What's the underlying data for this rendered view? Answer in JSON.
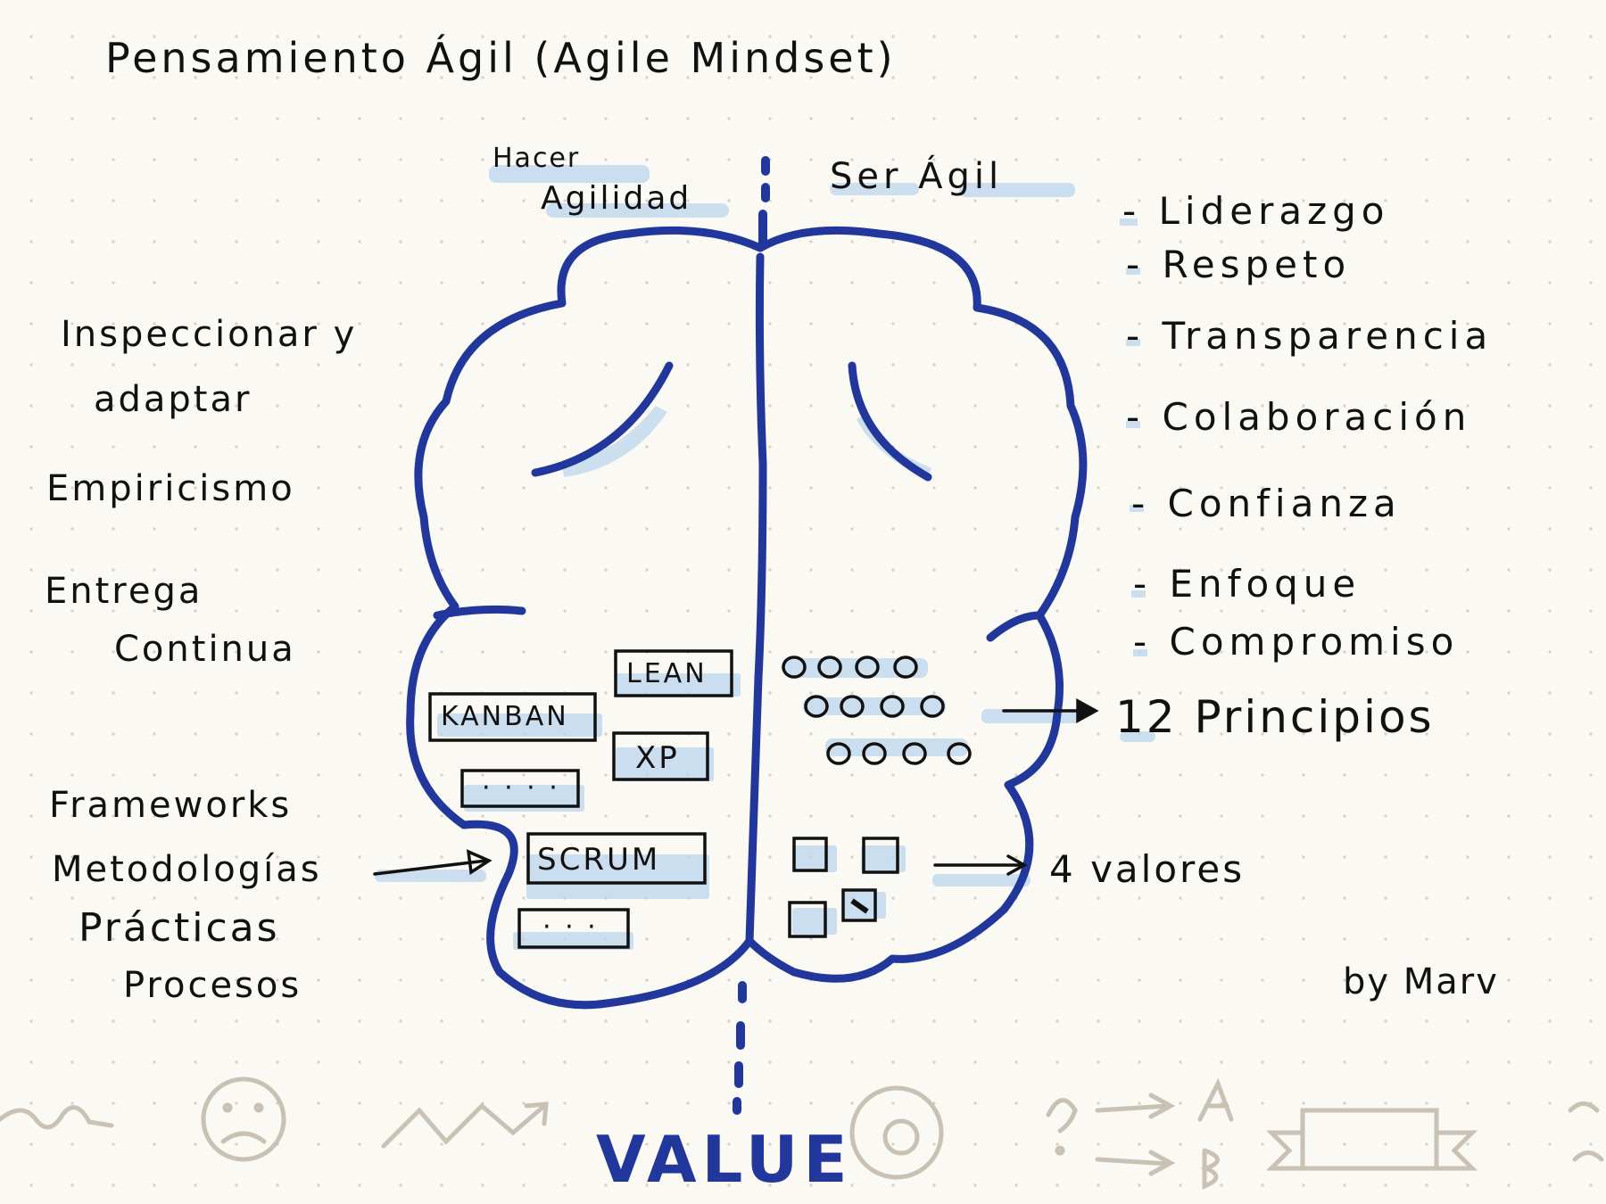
{
  "title": "Pensamiento Ágil (Agile Mindset)",
  "divider": {
    "left_top": "Hacer",
    "left_bottom": "Agilidad",
    "right": "Ser Ágil",
    "bottom": "VALUE"
  },
  "values": [
    "- Liderazgo",
    "- Respeto",
    "- Transparencia",
    "- Colaboración",
    "- Confianza",
    "- Enfoque",
    "- Compromiso"
  ],
  "left_labels": {
    "inspeccionar": "Inspeccionar y",
    "adaptar": "adaptar",
    "empiricismo": "Empiricismo",
    "entrega": "Entrega",
    "continua": "Continua",
    "frameworks": "Frameworks",
    "metodologias": "Metodologías",
    "practicas": "Prácticas",
    "procesos": "Procesos"
  },
  "frameworks": {
    "lean": "LEAN",
    "kanban": "KANBAN",
    "xp": "XP",
    "scrum": "SCRUM",
    "dots1": "· · · ·",
    "dots2": "· · ·"
  },
  "principios": "12 Principios",
  "valores": "4 valores",
  "byline": "by Marv",
  "colors": {
    "ink_blue": "#21379b",
    "highlight": "#a9c8e6",
    "pen_black": "#111111"
  }
}
